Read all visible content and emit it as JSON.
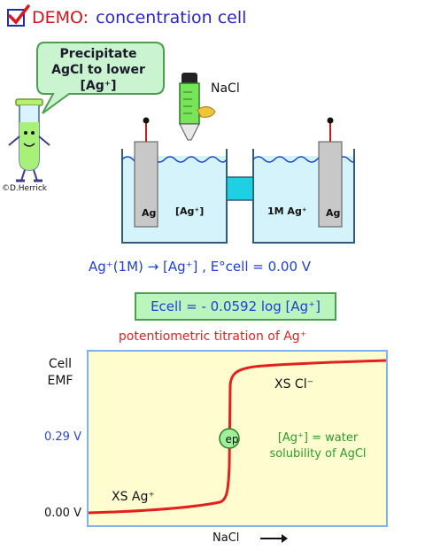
{
  "header": {
    "demo_label": "DEMO:",
    "title": "concentration cell"
  },
  "bubble": {
    "text": "Precipitate AgCl to lower [Ag⁺]"
  },
  "reagent_label": "NaCl",
  "credit": "©D.Herrick",
  "cell": {
    "left_electrode": "Ag",
    "left_solution": "[Ag⁺]",
    "right_solution": "1M Ag⁺",
    "right_electrode": "Ag",
    "equation": "Ag⁺(1M) → [Ag⁺] , E°cell = 0.00 V",
    "nernst": "Ecell = - 0.0592 log [Ag⁺]"
  },
  "chart_data": {
    "type": "line",
    "title": "potentiometric titration of Ag⁺",
    "ylabel": "Cell EMF",
    "xlabel": "NaCl",
    "y_ticks": [
      "0.29 V",
      "0.00 V"
    ],
    "annotations": {
      "start": "XS Ag⁺",
      "end": "XS Cl⁻",
      "endpoint": "ep",
      "endpoint_note": "[Ag⁺] = water solubility of AgCl"
    },
    "colors": {
      "curve": "#e4201c",
      "background": "#fffcd0",
      "frame": "#7fb2ee"
    }
  }
}
